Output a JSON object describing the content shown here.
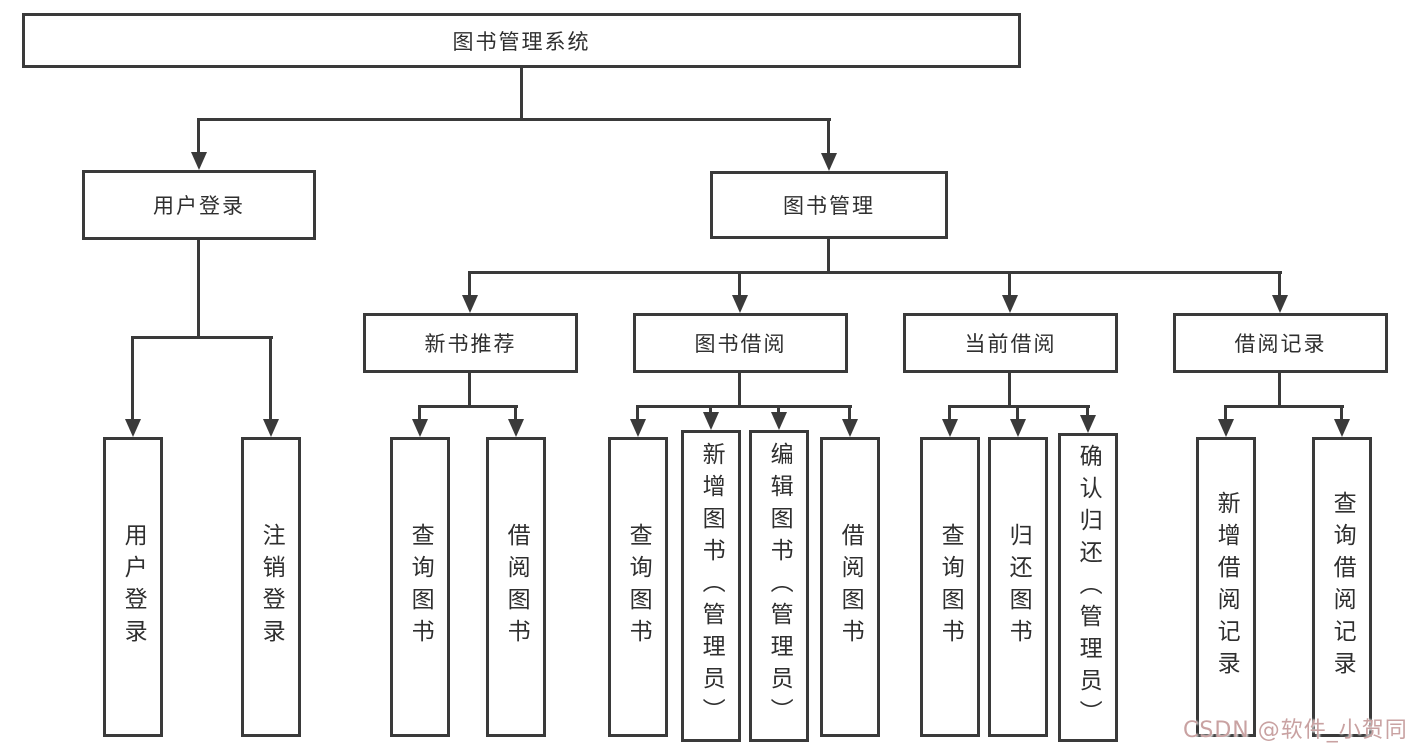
{
  "colors": {
    "background": "#ffffff",
    "line": "#3a3a3a",
    "box_border": "#3a3a3a",
    "text": "#2f2f2f",
    "watermark": "#c9a2a2"
  },
  "tree": {
    "root": {
      "label": "图书管理系统"
    },
    "branches": [
      {
        "label": "用户登录",
        "leaves": [
          {
            "label": "用户登录"
          },
          {
            "label": "注销登录"
          }
        ]
      },
      {
        "label": "图书管理",
        "sections": [
          {
            "label": "新书推荐",
            "leaves": [
              {
                "label": "查询图书"
              },
              {
                "label": "借阅图书"
              }
            ]
          },
          {
            "label": "图书借阅",
            "leaves": [
              {
                "label": "查询图书"
              },
              {
                "label": "新增图书（管理员）"
              },
              {
                "label": "编辑图书（管理员）"
              },
              {
                "label": "借阅图书"
              }
            ]
          },
          {
            "label": "当前借阅",
            "leaves": [
              {
                "label": "查询图书"
              },
              {
                "label": "归还图书"
              },
              {
                "label": "确认归还（管理员）"
              }
            ]
          },
          {
            "label": "借阅记录",
            "leaves": [
              {
                "label": "新增借阅记录"
              },
              {
                "label": "查询借阅记录"
              }
            ]
          }
        ]
      }
    ]
  },
  "watermark": {
    "text": "CSDN @软件_小贺同学"
  }
}
